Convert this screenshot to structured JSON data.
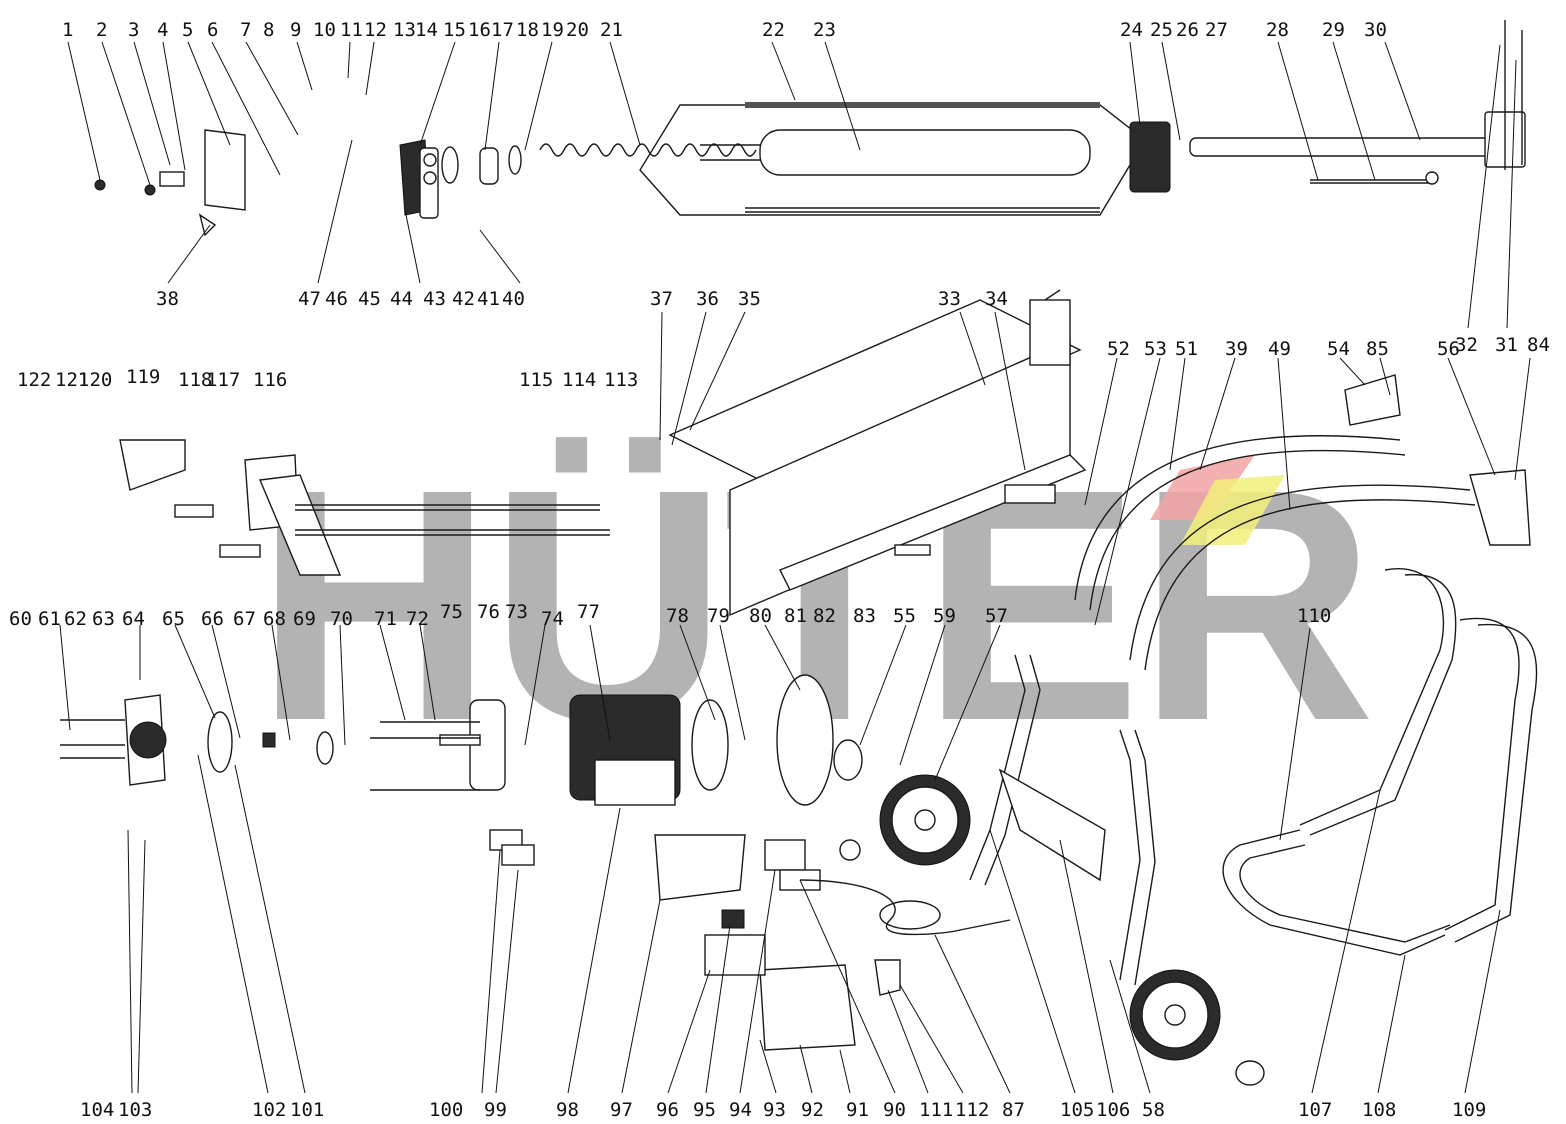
{
  "watermark": {
    "text": "HÜTER",
    "colors": {
      "letters": "#b3b3b3",
      "accent_red": "#f2a3a3",
      "accent_yellow": "#f2f07a"
    }
  },
  "labels": {
    "top_row": [
      "1",
      "2",
      "3",
      "4",
      "5",
      "6",
      "7",
      "8",
      "9",
      "10",
      "11",
      "12",
      "13",
      "14",
      "15",
      "16",
      "17",
      "18",
      "19",
      "20",
      "21",
      "22",
      "23",
      "24",
      "25",
      "26",
      "27",
      "28",
      "29",
      "30"
    ],
    "top_right": [
      "32",
      "31",
      "84"
    ],
    "under_cylinder": [
      "38",
      "47",
      "46",
      "45",
      "44",
      "43",
      "42",
      "41",
      "40"
    ],
    "table_row": [
      "37",
      "36",
      "35",
      "33",
      "34"
    ],
    "handle_row": [
      "52",
      "53",
      "51",
      "39",
      "49",
      "54",
      "85",
      "56"
    ],
    "left_bracket_row": [
      "122",
      "121",
      "120",
      "119",
      "118",
      "117",
      "116"
    ],
    "rod_nuts": [
      "115",
      "114",
      "113"
    ],
    "motor_row": [
      "60",
      "61",
      "62",
      "63",
      "64",
      "65",
      "66",
      "67",
      "68",
      "69",
      "70",
      "71",
      "72",
      "75",
      "76",
      "73",
      "74",
      "77",
      "78",
      "79",
      "80",
      "81",
      "82",
      "83",
      "55",
      "59",
      "57",
      "110"
    ],
    "bottom_row": [
      "104",
      "103",
      "102",
      "101",
      "100",
      "99",
      "98",
      "97",
      "96",
      "95",
      "94",
      "93",
      "92",
      "91",
      "90",
      "111",
      "112",
      "87",
      "105",
      "106",
      "58",
      "107",
      "108",
      "109"
    ]
  }
}
